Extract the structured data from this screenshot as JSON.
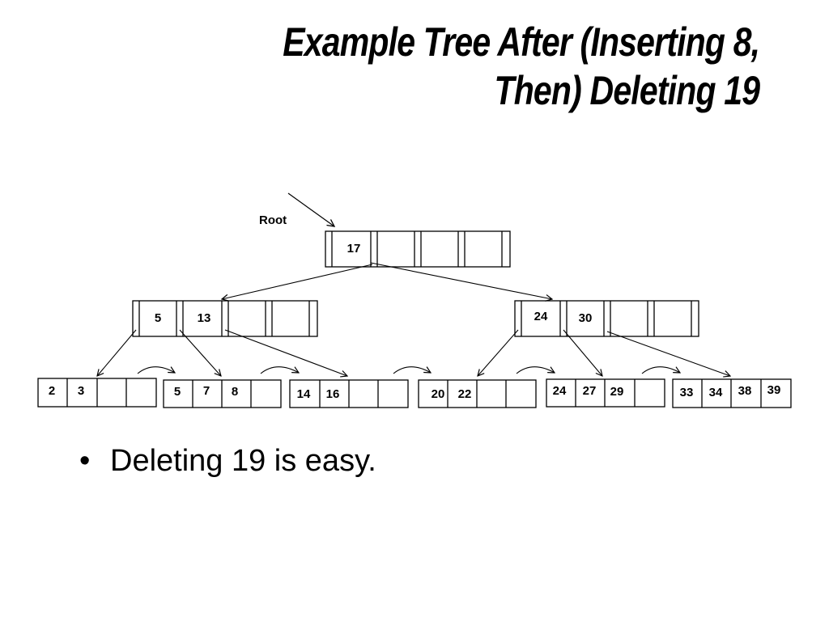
{
  "title": {
    "line1": "Example Tree After (Inserting 8,",
    "line2": "Then) Deleting 19"
  },
  "root_label": "Root",
  "tree": {
    "root": {
      "keys": [
        "17",
        "",
        "",
        ""
      ]
    },
    "level1": [
      {
        "keys": [
          "5",
          "13",
          "",
          ""
        ]
      },
      {
        "keys": [
          "24",
          "30",
          "",
          ""
        ]
      }
    ],
    "leaves": [
      {
        "keys": [
          "2",
          "3",
          "",
          ""
        ]
      },
      {
        "keys": [
          "5",
          "7",
          "8",
          ""
        ]
      },
      {
        "keys": [
          "14",
          "16",
          "",
          ""
        ]
      },
      {
        "keys": [
          "20",
          "22",
          "",
          ""
        ]
      },
      {
        "keys": [
          "24",
          "27",
          "29",
          ""
        ]
      },
      {
        "keys": [
          "33",
          "34",
          "38",
          "39"
        ]
      }
    ]
  },
  "bullets": [
    "Deleting 19 is easy."
  ],
  "bullet_symbol": "•"
}
